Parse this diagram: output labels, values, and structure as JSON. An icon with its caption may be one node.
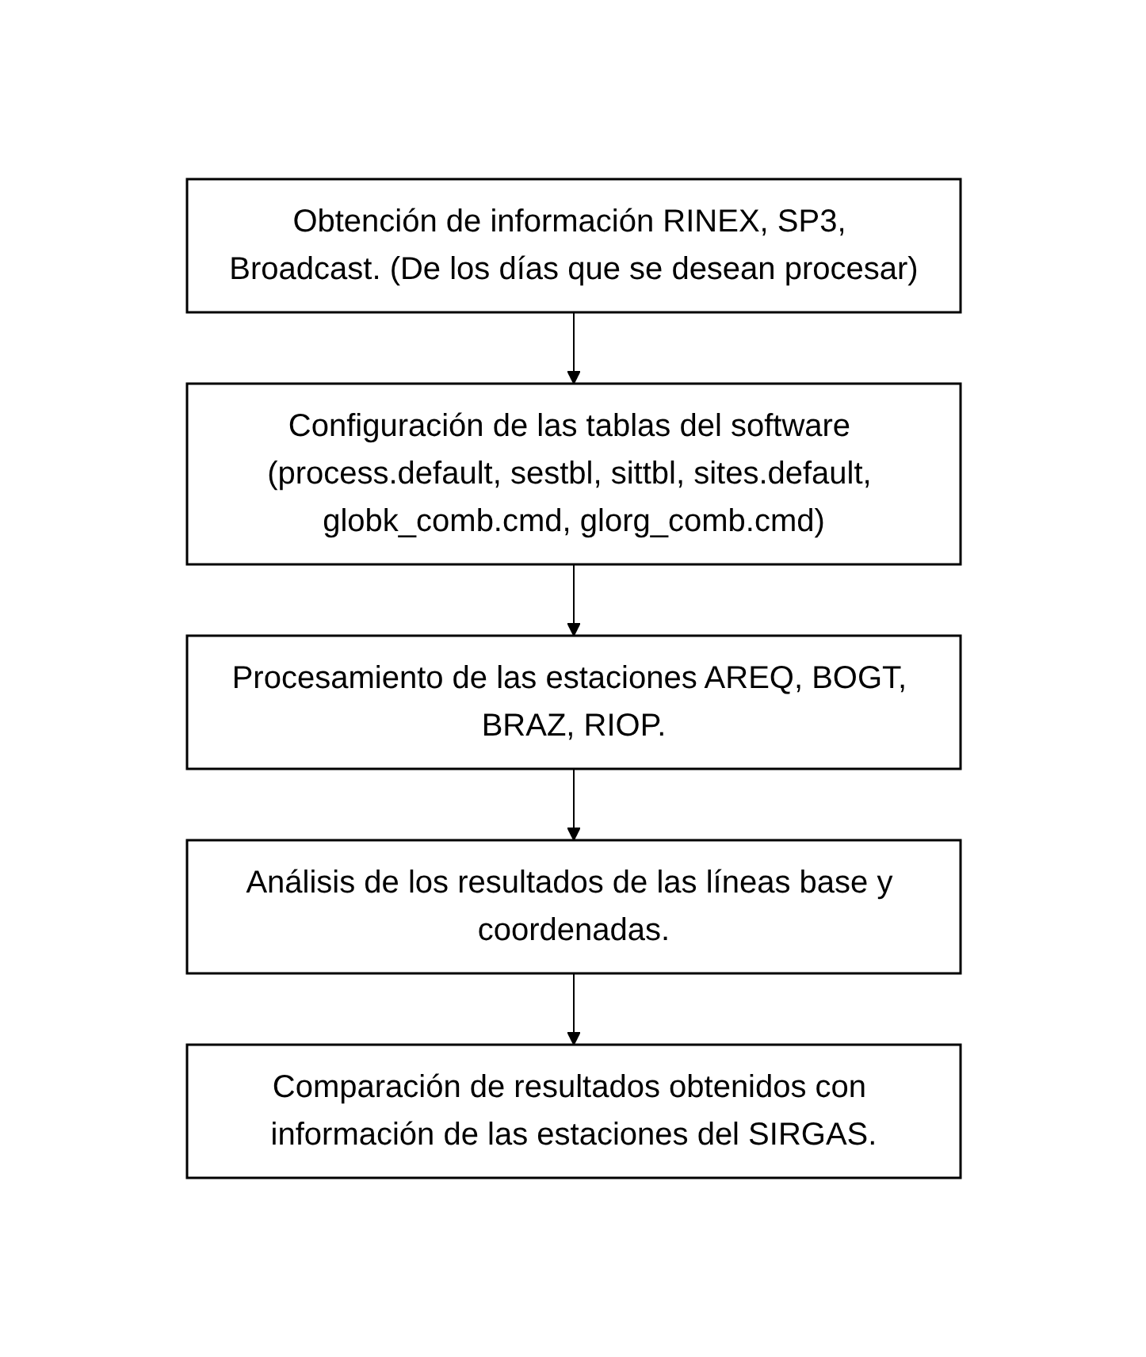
{
  "diagram": {
    "nodes": [
      {
        "text": [
          "Obtención de información RINEX, SP3, Broadcast. (De los días que se desean procesar)"
        ]
      },
      {
        "text": [
          "Configuración de las tablas del software (process.default, sestbl, sittbl, sites.default, globk_comb.cmd, glorg_comb.cmd)"
        ]
      },
      {
        "text": [
          "Procesamiento de las estaciones AREQ, BOGT, BRAZ, RIOP."
        ]
      },
      {
        "text": [
          "Análisis de los resultados de las líneas base y coordenadas."
        ]
      },
      {
        "text": [
          "Comparación de resultados obtenidos con información de las estaciones del SIRGAS."
        ]
      }
    ],
    "edges": [
      {
        "from": 0,
        "to": 1,
        "arrow": "to"
      },
      {
        "from": 1,
        "to": 2,
        "arrow": "to"
      },
      {
        "from": 2,
        "to": 3,
        "arrow": "to"
      },
      {
        "from": 3,
        "to": 4,
        "arrow": "to"
      }
    ]
  }
}
